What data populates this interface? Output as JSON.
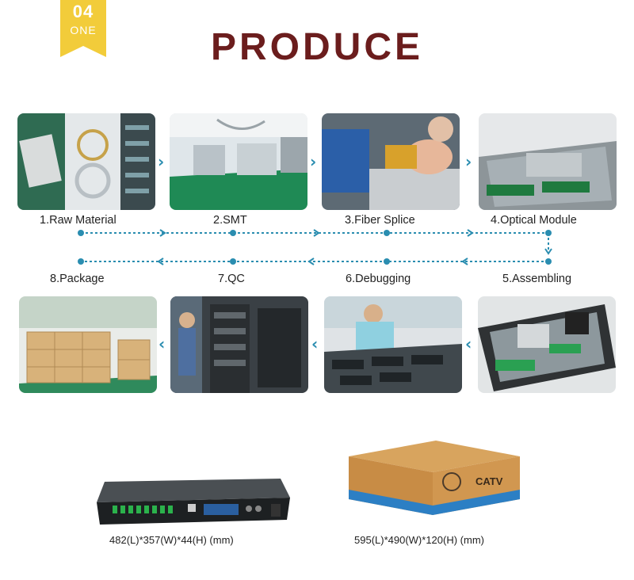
{
  "badge": {
    "number": "04",
    "word": "ONE"
  },
  "title": "PRODUCE",
  "steps": [
    {
      "label": "1.Raw Material"
    },
    {
      "label": "2.SMT"
    },
    {
      "label": "3.Fiber Splice"
    },
    {
      "label": "4.Optical Module"
    },
    {
      "label": "5.Assembling"
    },
    {
      "label": "6.Debugging"
    },
    {
      "label": "7.QC"
    },
    {
      "label": "8.Package"
    }
  ],
  "products": [
    {
      "dimensions": "482(L)*357(W)*44(H) (mm)"
    },
    {
      "dimensions": "595(L)*490(W)*120(H) (mm)",
      "box_brand": "CATV"
    }
  ],
  "colors": {
    "title": "#6b1d1d",
    "badge": "#f2cc3a",
    "flow": "#2a8db0"
  },
  "icons": {
    "right_arrow": "chevron-right-icon",
    "left_arrow": "chevron-left-icon"
  }
}
